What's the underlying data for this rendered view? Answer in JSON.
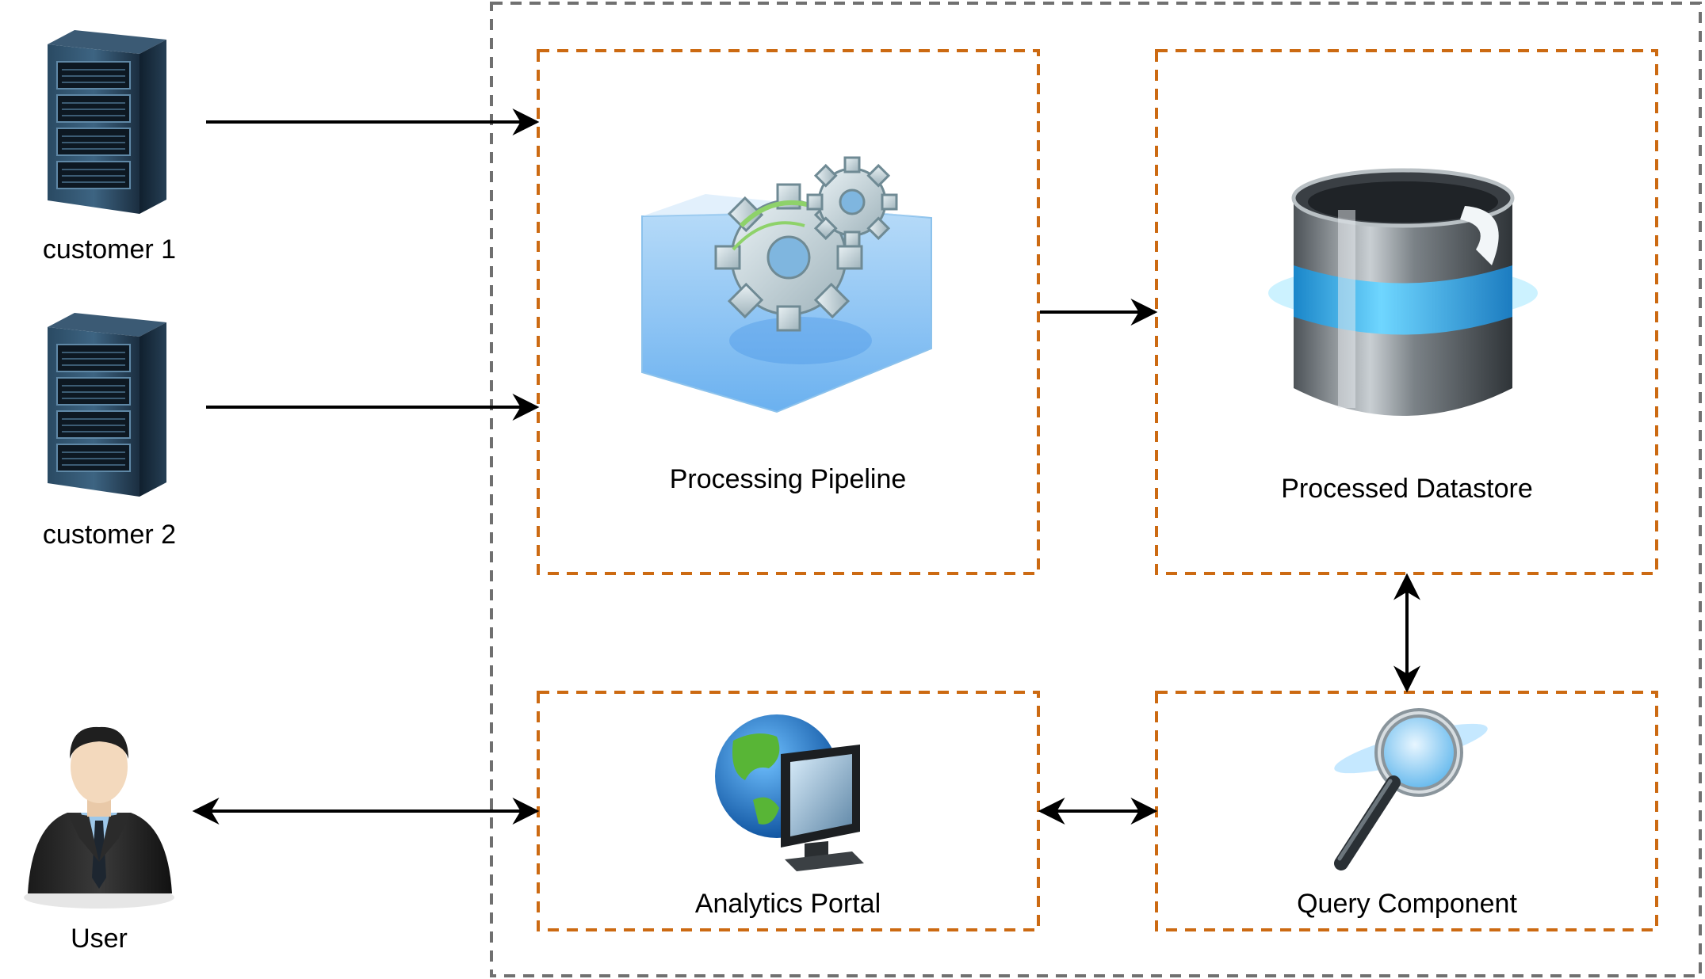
{
  "nodes": {
    "customer1": {
      "label": "customer 1",
      "icon": "server-rack-icon"
    },
    "customer2": {
      "label": "customer 2",
      "icon": "server-rack-icon"
    },
    "user": {
      "label": "User",
      "icon": "businessman-icon"
    },
    "pipeline": {
      "label": "Processing Pipeline",
      "icon": "gears-cube-icon"
    },
    "datastore": {
      "label": "Processed Datastore",
      "icon": "database-cylinder-icon"
    },
    "portal": {
      "label": "Analytics Portal",
      "icon": "globe-monitor-icon"
    },
    "query": {
      "label": "Query Component",
      "icon": "magnifier-icon"
    }
  },
  "edges": [
    {
      "from": "customer1",
      "to": "pipeline",
      "direction": "forward"
    },
    {
      "from": "customer2",
      "to": "pipeline",
      "direction": "forward"
    },
    {
      "from": "pipeline",
      "to": "datastore",
      "direction": "forward"
    },
    {
      "from": "datastore",
      "to": "query",
      "direction": "both"
    },
    {
      "from": "portal",
      "to": "query",
      "direction": "both"
    },
    {
      "from": "user",
      "to": "portal",
      "direction": "both"
    }
  ],
  "colors": {
    "system_boundary": "#707070",
    "component_boundary": "#cc6a12",
    "arrow": "#000000",
    "server_body": "#1e3346",
    "accent_blue": "#3cb6ea"
  }
}
